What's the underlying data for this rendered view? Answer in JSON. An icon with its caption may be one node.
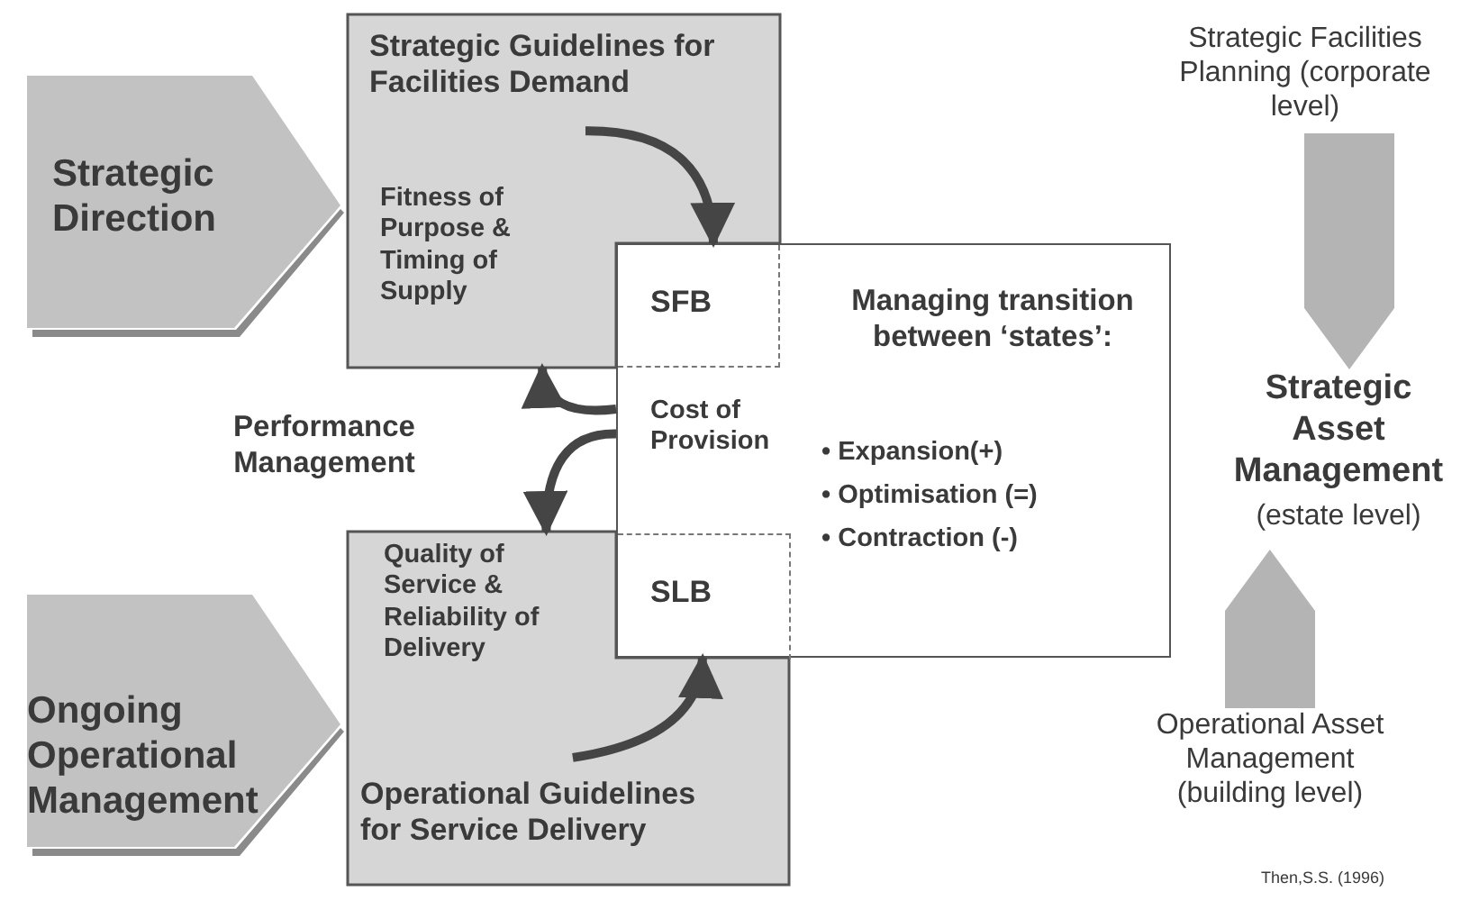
{
  "diagram": {
    "nodes": [
      {
        "text": [
          "Strategic Direction"
        ]
      },
      {
        "text": [
          "Strategic Guidelines for Facilities Demand",
          "Fitness of Purpose & Timing of Supply"
        ]
      },
      {
        "text": [
          "Cost of Provision",
          "Managing transition between ‘states’:",
          "• Expansion(+)",
          "• Optimisation (=)",
          "• Contraction (-)"
        ]
      },
      {
        "text": [
          "SFB"
        ],
        "in": 2
      },
      {
        "text": [
          "SLB"
        ],
        "in": 2
      },
      {
        "text": [
          "Ongoing Operational Management"
        ]
      },
      {
        "text": [
          "Quality of Service & Reliability of Delivery",
          "Operational Guidelines for Service Delivery"
        ]
      },
      {
        "text": [
          "Strategic Facilities Planning (corporate level)"
        ]
      },
      {
        "text": [
          "Strategic Asset Management",
          "(estate level)"
        ]
      },
      {
        "text": [
          "Operational Asset Management (building level)"
        ]
      }
    ],
    "edges": [
      {
        "from": 1,
        "to": 3,
        "arrow": "to"
      },
      {
        "from": 2,
        "to": 1,
        "arrow": "to"
      },
      {
        "from": 2,
        "to": 6,
        "arrow": "to"
      },
      {
        "from": 6,
        "to": 4,
        "arrow": "to"
      },
      {
        "from": 7,
        "to": 8,
        "arrow": "to",
        "style": "thick",
        "color": "#b4b4b4"
      },
      {
        "from": 9,
        "to": 8,
        "arrow": "to",
        "style": "thick",
        "color": "#b4b4b4"
      }
    ],
    "labels": [
      "Performance Management",
      "Then,S.S. (1996)"
    ]
  }
}
